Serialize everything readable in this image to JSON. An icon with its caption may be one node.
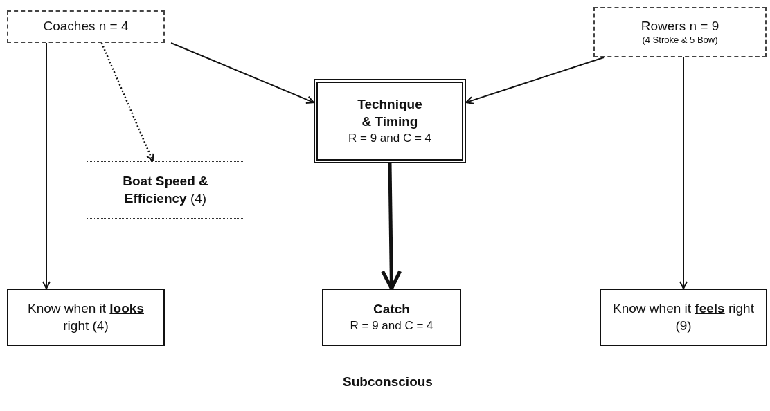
{
  "diagram": {
    "nodes": [
      {
        "text": [
          "Coaches n = 4"
        ]
      },
      {
        "text": [
          "Rowers n = 9",
          "(4 Stroke & 5 Bow)"
        ]
      },
      {
        "text": [
          "Technique & Timing",
          "R = 9 and C = 4"
        ]
      },
      {
        "text": [
          "**Boat Speed & Efficiency** (4)"
        ]
      },
      {
        "text": [
          "Know when it **looks** right (4)"
        ]
      },
      {
        "text": [
          "Catch",
          "R = 9 and C = 4"
        ]
      },
      {
        "text": [
          "Know when it **feels** right (9)"
        ]
      }
    ],
    "edges": [
      {
        "from": 0,
        "to": 2,
        "arrow": "to"
      },
      {
        "from": 0,
        "to": 3,
        "arrow": "to",
        "style": "dashed"
      },
      {
        "from": 0,
        "to": 4,
        "arrow": "to"
      },
      {
        "from": 1,
        "to": 2,
        "arrow": "to"
      },
      {
        "from": 1,
        "to": 6,
        "arrow": "to"
      },
      {
        "from": 2,
        "to": 5,
        "arrow": "to",
        "style": "thick"
      }
    ],
    "labels": [
      "Subconscious"
    ]
  }
}
